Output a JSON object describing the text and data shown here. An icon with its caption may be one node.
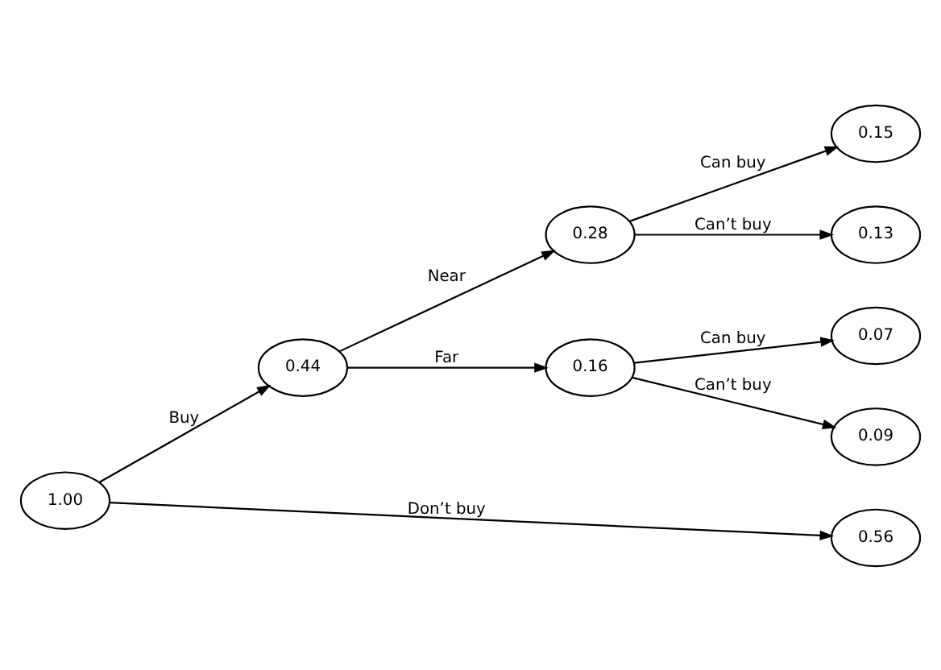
{
  "diagram": {
    "nodes": [
      {
        "text": [
          "1.00"
        ]
      },
      {
        "text": [
          "0.44"
        ]
      },
      {
        "text": [
          "0.28"
        ]
      },
      {
        "text": [
          "0.15"
        ]
      },
      {
        "text": [
          "0.13"
        ]
      },
      {
        "text": [
          "0.16"
        ]
      },
      {
        "text": [
          "0.07"
        ]
      },
      {
        "text": [
          "0.09"
        ]
      },
      {
        "text": [
          "0.56"
        ]
      }
    ],
    "edges": [
      {
        "from": 0,
        "to": 1,
        "arrow": "to",
        "label": "Buy"
      },
      {
        "from": 1,
        "to": 2,
        "arrow": "to",
        "label": "Near"
      },
      {
        "from": 2,
        "to": 3,
        "arrow": "to",
        "label": "Can buy"
      },
      {
        "from": 2,
        "to": 4,
        "arrow": "to",
        "label": "Can’t buy"
      },
      {
        "from": 1,
        "to": 5,
        "arrow": "to",
        "label": "Far"
      },
      {
        "from": 5,
        "to": 6,
        "arrow": "to",
        "label": "Can buy"
      },
      {
        "from": 5,
        "to": 7,
        "arrow": "to",
        "label": "Can’t buy"
      },
      {
        "from": 0,
        "to": 8,
        "arrow": "to",
        "label": "Don’t buy"
      }
    ]
  }
}
